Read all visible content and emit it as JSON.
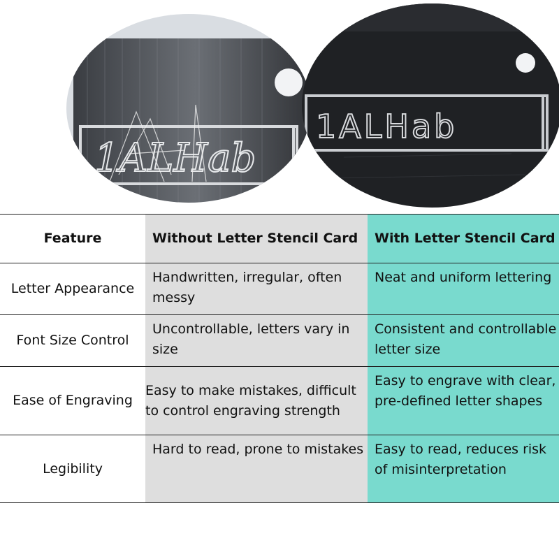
{
  "photos": {
    "left_engraving_text": "1ALHab",
    "right_engraving_text": "1ALHab"
  },
  "table": {
    "headers": {
      "feature": "Feature",
      "without": "Without Letter Stencil Card",
      "with": "With Letter Stencil Card"
    },
    "rows": [
      {
        "feature": "Letter Appearance",
        "without": "Handwritten, irregular, often messy",
        "with": "Neat and uniform lettering"
      },
      {
        "feature": "Font Size Control",
        "without": "Uncontrollable, letters vary in size",
        "with": "Consistent and controllable letter size"
      },
      {
        "feature": "Ease of Engraving",
        "without": "Easy to make mistakes, difficult to control engraving strength",
        "with": "Easy to engrave with clear, pre-defined letter shapes"
      },
      {
        "feature": "Legibility",
        "without": "Hard to read, prone to mistakes",
        "with": "Easy to read, reduces risk of misinterpretation"
      }
    ],
    "colors": {
      "without_bg": "#dedede",
      "with_bg": "#79dace",
      "rule": "#222222"
    }
  }
}
